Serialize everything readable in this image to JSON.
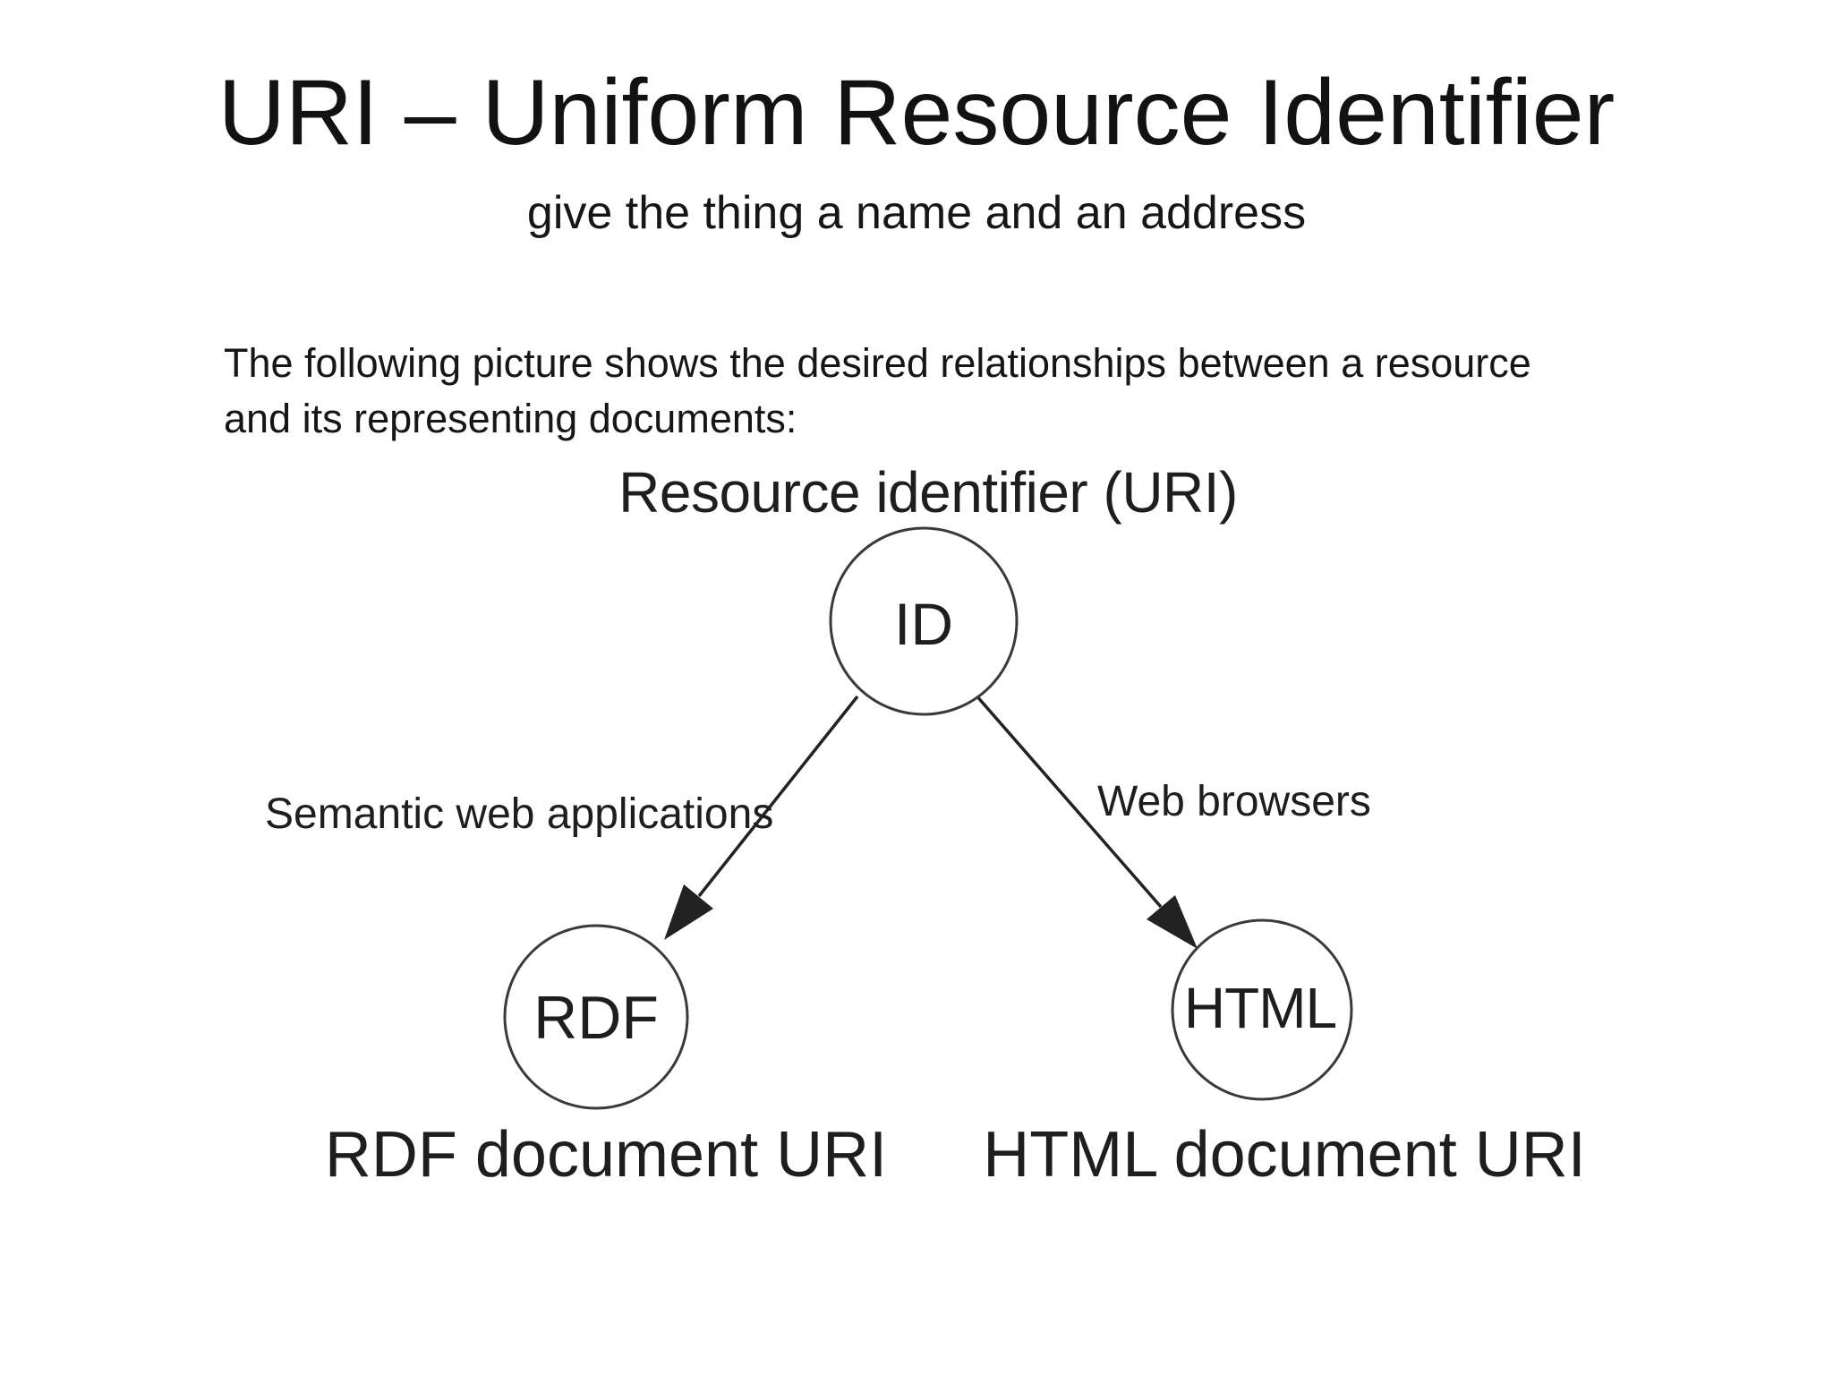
{
  "slide": {
    "title": "URI – Uniform Resource Identifier",
    "subtitle": "give the thing a name and an address",
    "paragraph_lines": [
      "The following picture shows the desired relationships between a resource",
      "and its representing documents:"
    ]
  },
  "diagram": {
    "heading": "Resource identifier (URI)",
    "nodes": {
      "root": "ID",
      "left": "RDF",
      "right": "HTML"
    },
    "edge_labels": {
      "left": "Semantic web applications",
      "right": "Web browsers"
    },
    "captions": {
      "left": "RDF document URI",
      "right": "HTML document URI"
    }
  },
  "colors": {
    "ink": "#1a1a1a",
    "diagram-ink": "#1e1e1e",
    "stroke": "#3a3a3a",
    "bg": "#ffffff"
  }
}
